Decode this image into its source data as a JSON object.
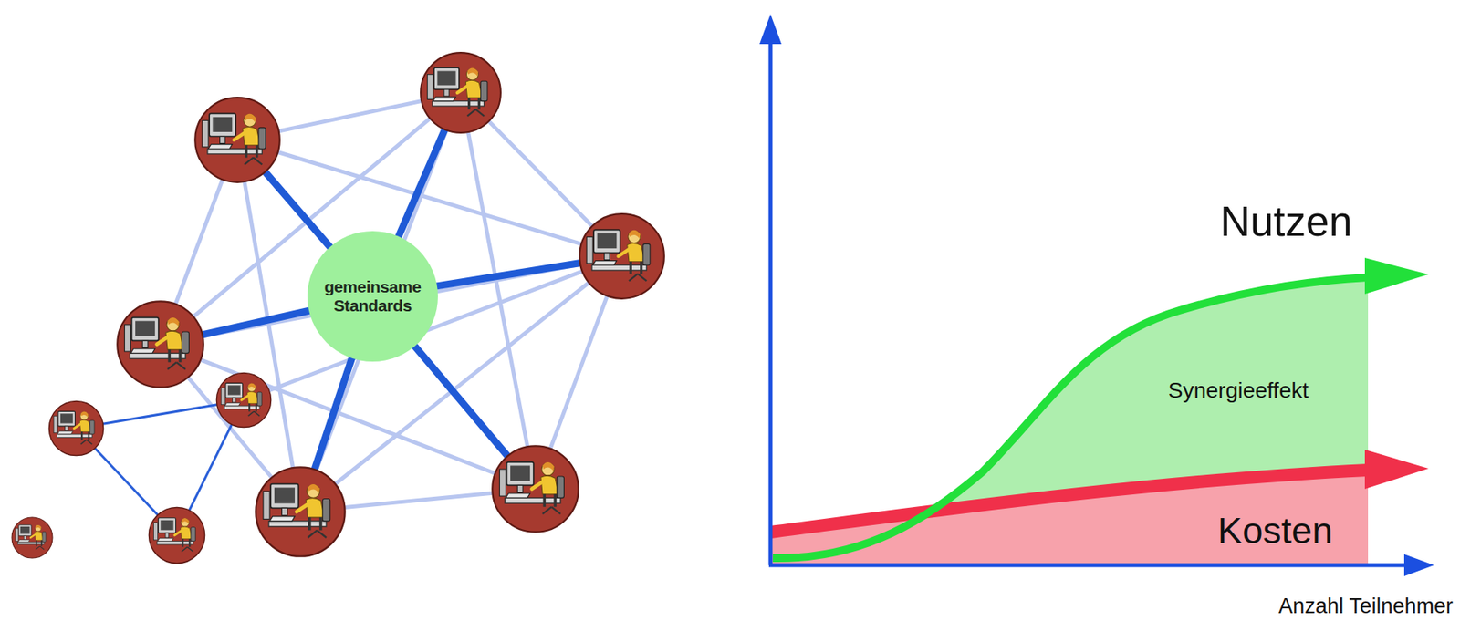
{
  "diagram": {
    "nodes": [
      {
        "text": [
          "gemeinsame Standards"
        ]
      }
    ],
    "labels": [
      "Nutzen",
      "Synergieeffekt",
      "Kosten",
      "Anzahl Teilnehmer"
    ]
  }
}
